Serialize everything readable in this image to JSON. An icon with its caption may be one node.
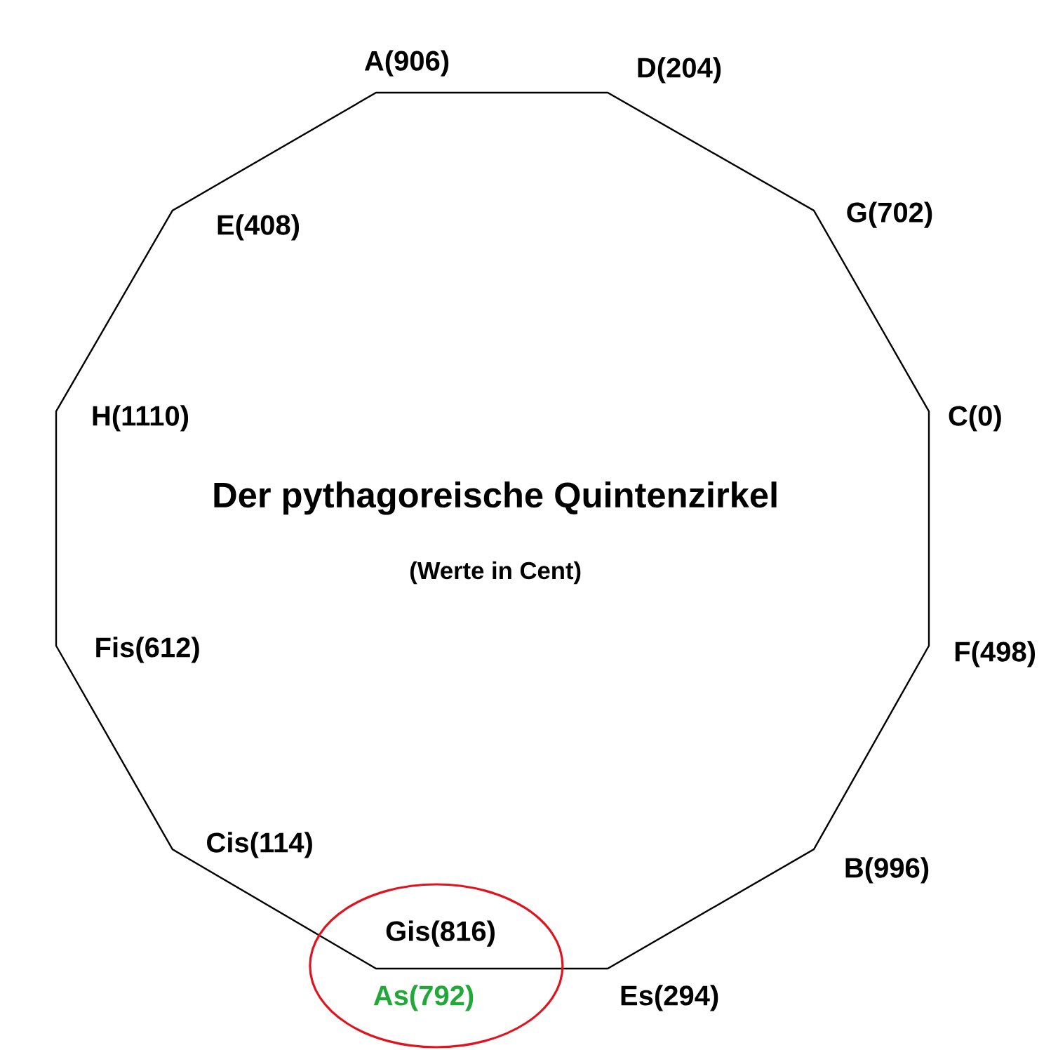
{
  "diagram": {
    "title": "Der pythagoreische Quintenzirkel",
    "nodes": [
      {
        "text": [
          "Gis(816)",
          "As(792)"
        ]
      }
    ],
    "edges": [],
    "labels": [
      "A(906)",
      "D(204)",
      "E(408)",
      "G(702)",
      "H(1110)",
      "C(0)",
      "(Werte in Cent)",
      "Fis(612)",
      "F(498)",
      "Cis(114)",
      "B(996)",
      "Es(294)"
    ]
  }
}
